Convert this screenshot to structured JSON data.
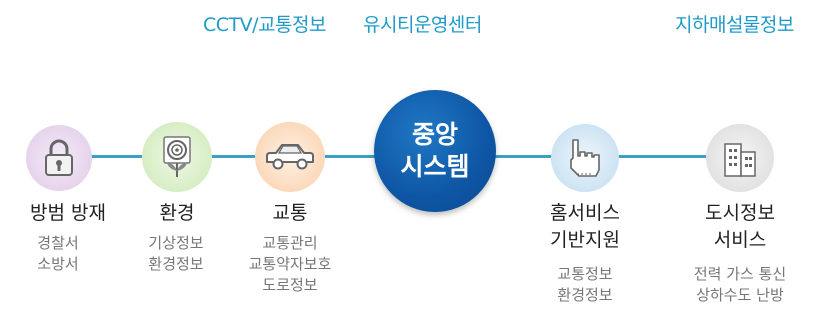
{
  "top_labels": {
    "cctv": "CCTV/교통정보",
    "center": "유시티운영센터",
    "underground": "지하매설물정보"
  },
  "center": {
    "line1": "중앙",
    "line2": "시스템"
  },
  "nodes": [
    {
      "title": "방범 방재",
      "subs": [
        "경찰서",
        "소방서"
      ],
      "icon": "lock-icon"
    },
    {
      "title": "환경",
      "subs": [
        "기상정보",
        "환경정보"
      ],
      "icon": "flower-icon"
    },
    {
      "title": "교통",
      "subs": [
        "교통관리",
        "교통약자보호",
        "도로정보"
      ],
      "icon": "car-icon"
    },
    {
      "title_lines": [
        "홈서비스",
        "기반지원"
      ],
      "subs": [
        "교통정보",
        "환경정보"
      ],
      "icon": "hand-pointer-icon"
    },
    {
      "title_lines": [
        "도시정보",
        "서비스"
      ],
      "subs": [
        "전력 가스 통신",
        "상하수도 난방"
      ],
      "icon": "building-icon"
    }
  ],
  "colors": {
    "line": "#3aa0c6",
    "center": "#0e56a5",
    "label": "#1f9bc9",
    "lock_bg": "#e9d7ef",
    "flower_bg": "#d9eec9",
    "car_bg": "#fbdcc1",
    "hand_bg": "#cfe4f4",
    "building_bg": "#e3e3e3"
  }
}
